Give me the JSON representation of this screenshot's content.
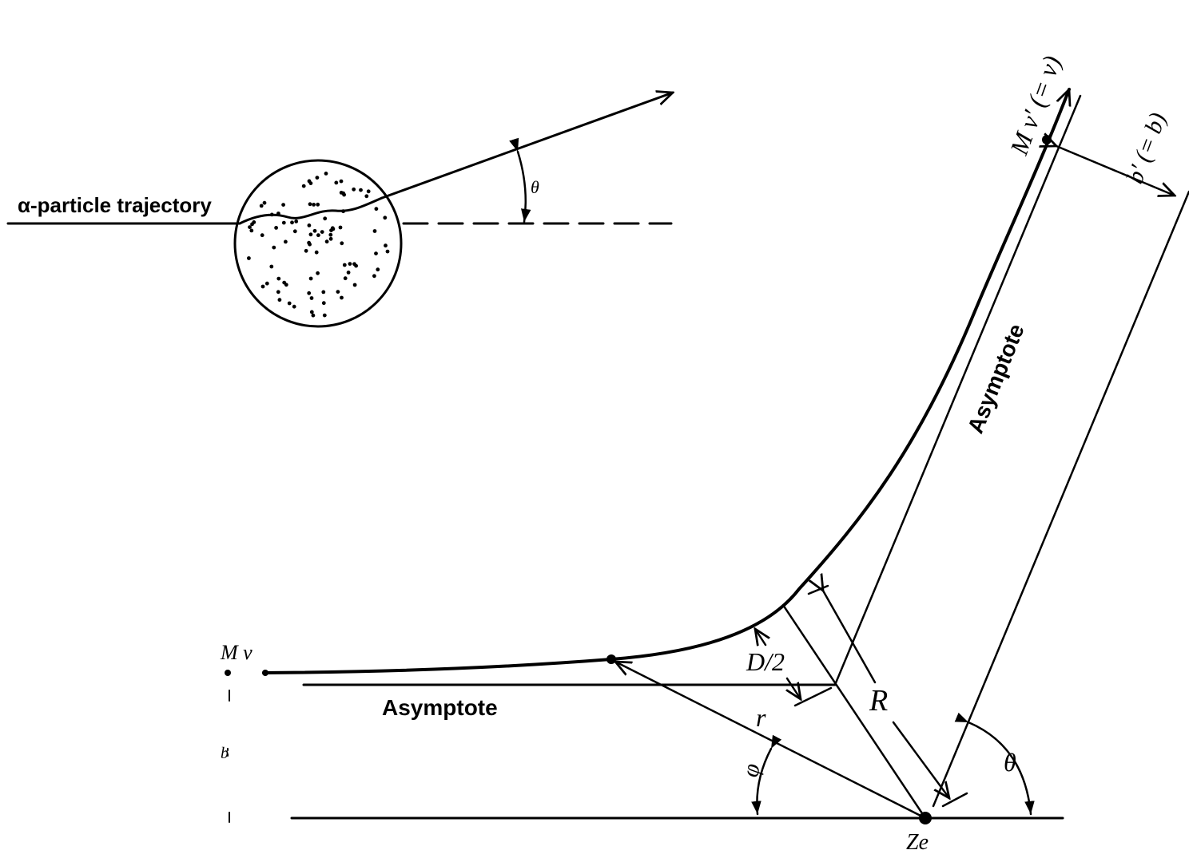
{
  "top_figure": {
    "trajectory_label": "α-particle trajectory",
    "theta_label": "θ"
  },
  "bottom_figure": {
    "incoming_label": "M  v",
    "outgoing_label": "M  v′ (= v)",
    "impact_parameter_label": "b′ (= b)",
    "asymptote_vertical_label": "Asymptote",
    "asymptote_horizontal_label": "Asymptote",
    "distance_half_label": "D/2",
    "radius_label": "R",
    "r_label": "r",
    "phi_label": "φ",
    "theta_label": "θ",
    "nucleus_label": "Ze",
    "b_label": "b"
  }
}
